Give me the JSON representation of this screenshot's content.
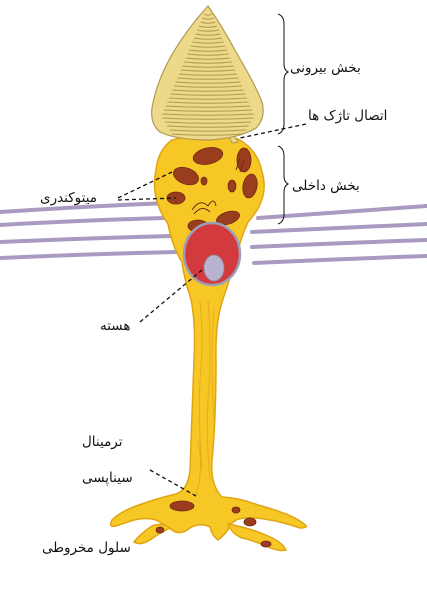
{
  "labels": {
    "outer_segment": "بخش بیرونی",
    "cilium_connection": "اتصال تاژک ها",
    "inner_segment": "بخش داخلی",
    "mitochondria": "میتوکندری",
    "nucleus": "هسته",
    "synaptic_terminal_line1": "ترمینال",
    "synaptic_terminal_line2": "سیناپسی",
    "cone_cell": "سلول مخروطی"
  },
  "colors": {
    "cell_body": "#f7c825",
    "cell_outline": "#e0a412",
    "outer_segment": "#ecd98a",
    "disc_lines": "#b09a52",
    "mitochondria": "#9a3d1e",
    "nucleus": "#d23a3e",
    "nucleolus": "#b9b3cf",
    "membranes": "#a99ac2"
  }
}
